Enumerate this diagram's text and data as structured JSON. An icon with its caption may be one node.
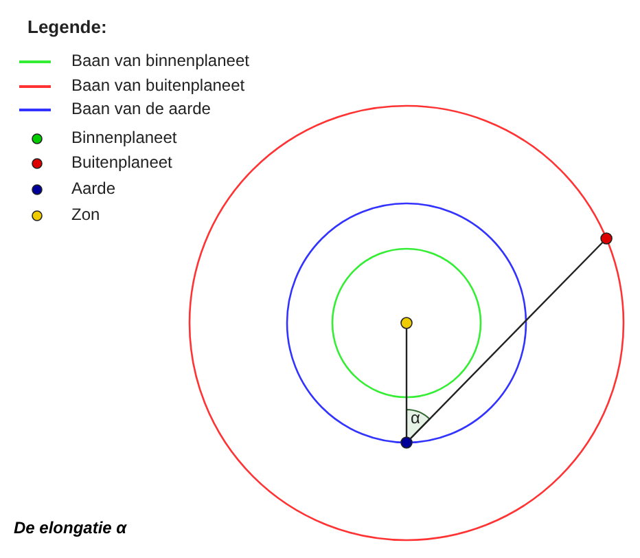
{
  "diagram": {
    "caption": "De elongatie α",
    "nodes": [
      {
        "text": [],
        "shape": "circle"
      },
      {
        "text": [],
        "shape": "circle"
      },
      {
        "text": [],
        "shape": "circle"
      }
    ],
    "edges": [
      {
        "from": 2,
        "to": 1,
        "arrow": "none"
      },
      {
        "from": 2,
        "to": 0,
        "arrow": "none"
      }
    ],
    "labels": [
      "Legende:",
      "α"
    ],
    "legend": [
      {
        "text": "Baan van binnenplaneet",
        "color": "#33ee33"
      },
      {
        "text": "Baan van buitenplaneet",
        "color": "#ff3333"
      },
      {
        "text": "Baan van de aarde",
        "color": "#3333ff"
      },
      {
        "text": "Binnenplaneet",
        "color": "#00cc00"
      },
      {
        "text": "Buitenplaneet",
        "color": "#dd0000"
      },
      {
        "text": "Aarde",
        "color": "#000099"
      },
      {
        "text": "Zon",
        "color": "#eecc00"
      }
    ]
  }
}
